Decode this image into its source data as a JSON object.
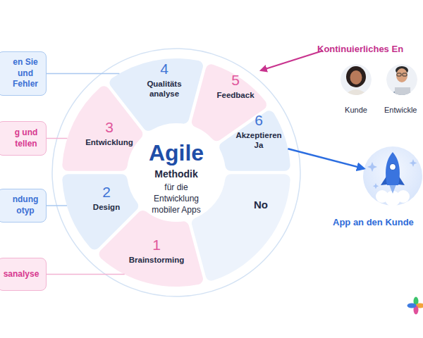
{
  "diagram": {
    "nodes": [
      {
        "text": [
          "en Sie und Fehler"
        ]
      },
      {
        "text": [
          "4",
          "Qualitäts analyse"
        ]
      },
      {
        "text": [
          "5",
          "Feedback"
        ]
      },
      {
        "text": [
          "g und tellen"
        ]
      },
      {
        "text": [
          "3",
          "Entwicklung"
        ]
      },
      {
        "text": [
          "Agile",
          "Methodik",
          "für die Entwicklung mobiler Apps"
        ]
      },
      {
        "text": [
          "6",
          "Akzeptieren Ja"
        ]
      },
      {
        "text": [
          "App an den Kunde"
        ]
      },
      {
        "text": [
          "ndung otyp"
        ]
      },
      {
        "text": [
          "2",
          "Design"
        ]
      },
      {
        "text": [
          "No"
        ]
      },
      {
        "text": [
          "sanalyse"
        ]
      },
      {
        "text": [
          "1",
          "Brainstorming"
        ]
      }
    ],
    "edges": [
      {
        "from": 0,
        "to": 1,
        "arrow": "none"
      },
      {
        "from": 3,
        "to": 4,
        "arrow": "none"
      },
      {
        "from": 8,
        "to": 9,
        "arrow": "none"
      },
      {
        "from": 11,
        "to": 12,
        "arrow": "none"
      },
      {
        "from": 6,
        "to": 7,
        "arrow": "to"
      }
    ],
    "labels": [
      "Kontinuierliches En",
      "Kunde",
      "Entwickle"
    ]
  }
}
